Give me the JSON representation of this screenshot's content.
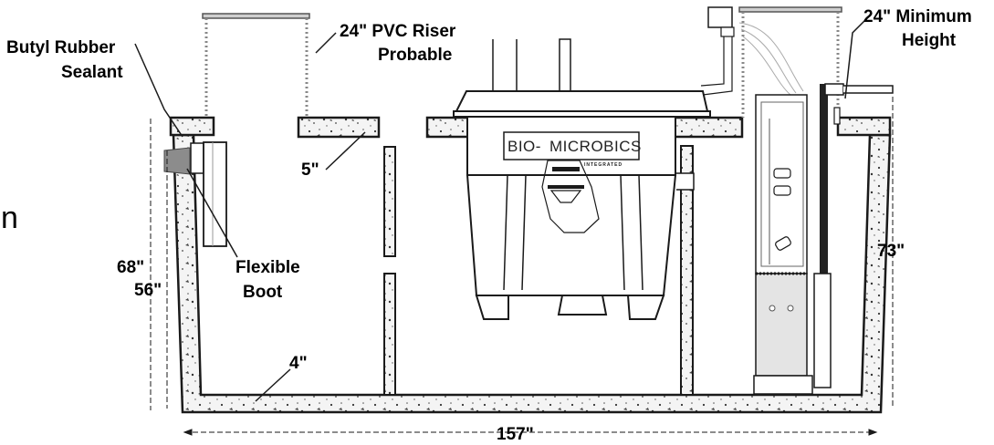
{
  "labels": {
    "butyl_line1": "Butyl Rubber",
    "butyl_line2": "Sealant",
    "riser_line1": "24\" PVC Riser",
    "riser_line2": "Probable",
    "minimum_line1": "24\" Minimum",
    "minimum_line2": "Height",
    "lid_thickness": "5\"",
    "flexible_line1": "Flexible",
    "flexible_line2": "Boot",
    "height_68": "68\"",
    "height_56": "56\"",
    "height_73": "73\"",
    "floor_thickness": "4\"",
    "overall_length": "157\"",
    "cut_letter": "n"
  },
  "unit": {
    "brand_left": "BIO-",
    "brand_right": "MICROBICS",
    "brand_sub": "INTEGRATED"
  },
  "colors": {
    "line": "#1a1a1a",
    "concrete": "#f2f2f2",
    "boot": "#8c8c8c",
    "unit_fill": "#ffffff"
  }
}
